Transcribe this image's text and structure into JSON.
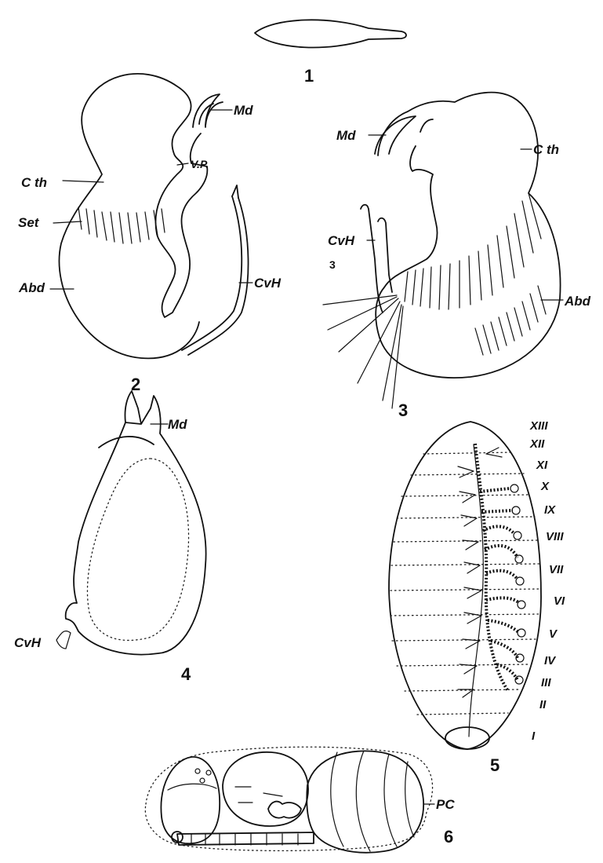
{
  "figure_numbers": [
    "1",
    "2",
    "3",
    "4",
    "5",
    "6"
  ],
  "fig2_labels": {
    "md": "Md",
    "vp": "V.P.",
    "cth": "C th",
    "set": "Set",
    "cvh": "CvH",
    "abd": "Abd"
  },
  "fig3_labels": {
    "md": "Md",
    "cth": "C th",
    "cvh": "CvH",
    "three": "3",
    "abd": "Abd"
  },
  "fig4_labels": {
    "md": "Md",
    "cvh": "CvH"
  },
  "fig5_segments": [
    "XIII",
    "XII",
    "XI",
    "X",
    "IX",
    "VIII",
    "VII",
    "VI",
    "V",
    "IV",
    "III",
    "II",
    "I"
  ],
  "fig6_labels": {
    "pc": "PC"
  },
  "colors": {
    "ink": "#111111",
    "paper": "#ffffff"
  }
}
